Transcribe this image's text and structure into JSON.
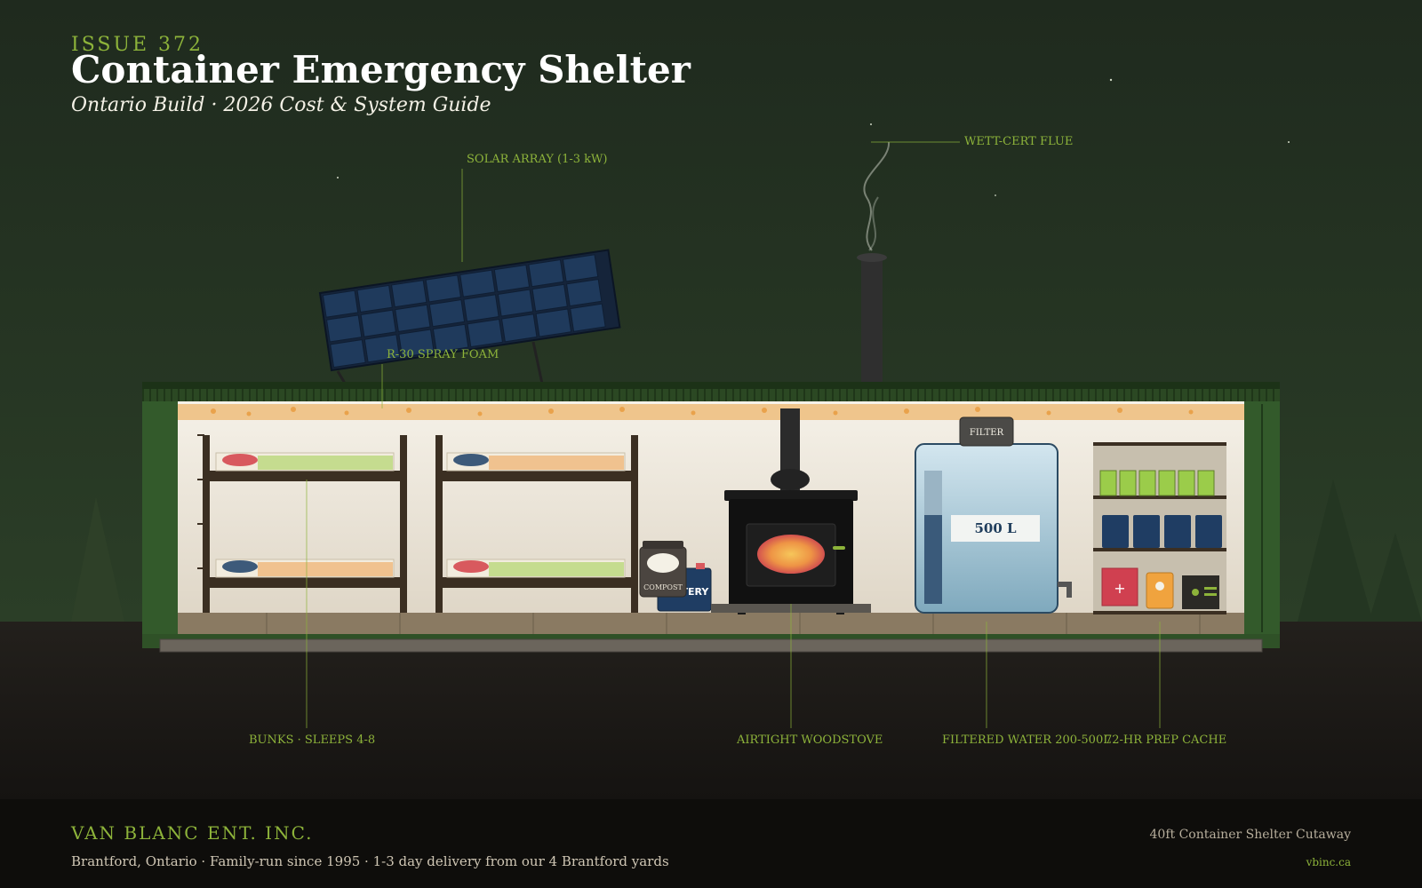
{
  "header": {
    "issue": "ISSUE 372",
    "title": "Container Emergency Shelter",
    "subtitle": "Ontario Build · 2026 Cost & System Guide"
  },
  "callouts": {
    "solar": "SOLAR ARRAY (1-3 kW)",
    "flue": "WETT-CERT FLUE",
    "foam": "R-30 SPRAY FOAM",
    "bunks": "BUNKS · SLEEPS 4-8",
    "stove": "AIRTIGHT WOODSTOVE",
    "water": "FILTERED WATER 200-500L",
    "cache": "72-HR PREP CACHE"
  },
  "interior": {
    "water_capacity": "500 L",
    "filter_label": "FILTER",
    "compost_label": "COMPOST",
    "battery_label": "BATTERY"
  },
  "footer": {
    "company": "VAN BLANC ENT. INC.",
    "tagline": "Brantford, Ontario · Family-run since 1995 · 1-3 day delivery from our 4 Brantford yards",
    "caption": "40ft Container Shelter Cutaway",
    "website": "vbinc.ca"
  },
  "colors": {
    "accent": "#8db33a",
    "container_green": "#2f5127",
    "insulation": "#efc58c",
    "night_sky": "#1d2a1c"
  }
}
